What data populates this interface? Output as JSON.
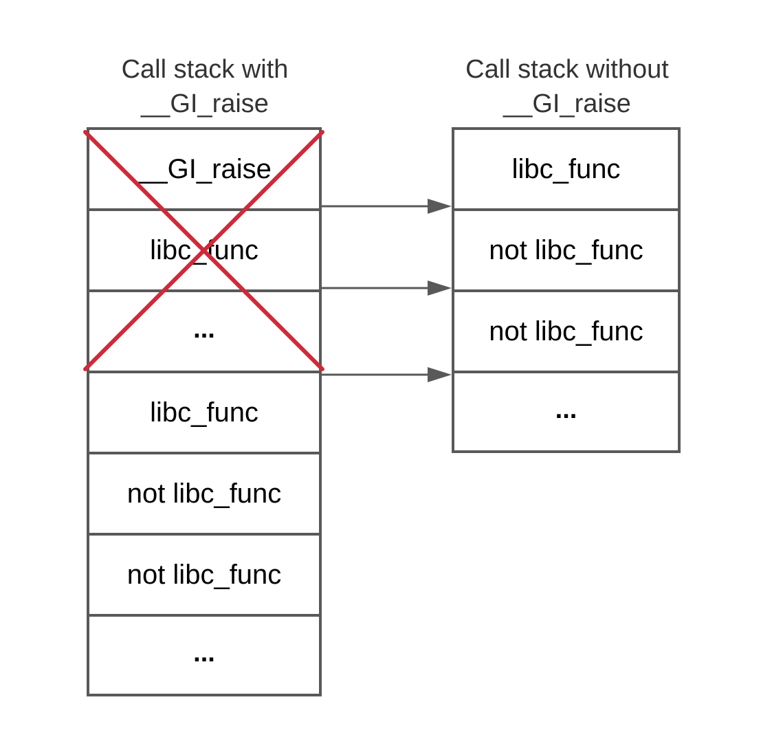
{
  "titles": {
    "left": [
      "Call stack with",
      "__GI_raise"
    ],
    "right": [
      "Call stack without",
      "__GI_raise"
    ]
  },
  "left_stack": [
    "__GI_raise",
    "libc_func",
    "...",
    "libc_func",
    "not libc_func",
    "not libc_func",
    "..."
  ],
  "right_stack": [
    "libc_func",
    "not libc_func",
    "not libc_func",
    "..."
  ],
  "crossed_out_frames": 3,
  "colors": {
    "border": "#595959",
    "cross": "#cc2b3a",
    "arrow": "#595959",
    "title_text": "#333333",
    "cell_text": "#000000"
  }
}
